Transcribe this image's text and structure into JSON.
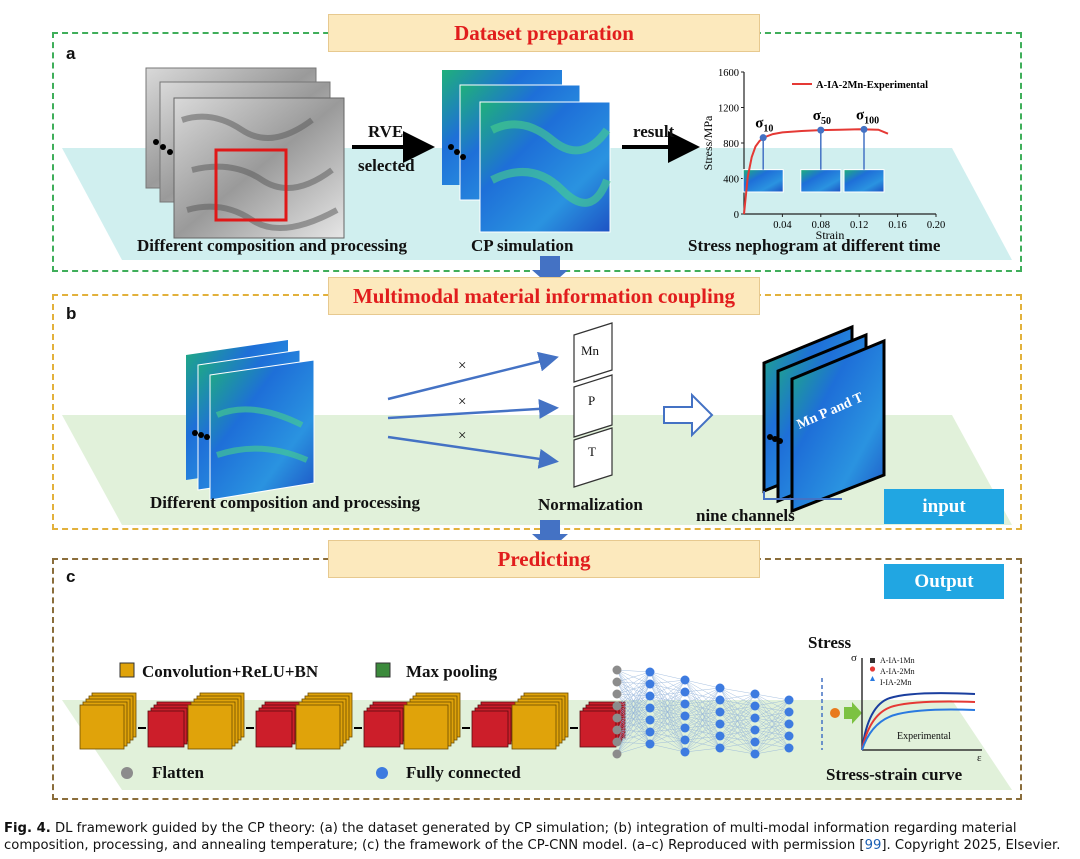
{
  "panels": {
    "a": {
      "letter": "a",
      "title": "Dataset preparation",
      "arrow1_line1": "RVE",
      "arrow1_line2": "selected",
      "arrow2": "result",
      "label_composition": "Different composition and  processing",
      "label_cp": "CP simulation",
      "label_nephogram": "Stress nephogram at different time",
      "sigma_labels": [
        "σ10",
        "σ50",
        "σ100"
      ]
    },
    "b": {
      "letter": "b",
      "title": "Multimodal  material information coupling",
      "label_composition": "Different composition and processing",
      "label_normalization": "Normalization",
      "label_channels": "nine channels",
      "badge": "input",
      "boxes": [
        "Mn",
        "P",
        "T"
      ],
      "stack_text": "Mn P and T",
      "mult_symbol": "×"
    },
    "c": {
      "letter": "c",
      "title": "Predicting",
      "badge": "Output",
      "legend_conv": "Convolution+ReLU+BN",
      "legend_pool": "Max pooling",
      "legend_flatten": "Flatten",
      "legend_fc": "Fully connected",
      "stress_title": "Stress",
      "curve_label": "Stress-strain curve",
      "mini_plot": {
        "y_axis": "σ",
        "x_axis": "ε",
        "annotation": "Experimental",
        "legend": [
          "A-IA-1Mn",
          "A-IA-2Mn",
          "I-IA-2Mn"
        ]
      }
    }
  },
  "chart_data": {
    "type": "line",
    "title": "",
    "xlabel": "Strain",
    "ylabel": "Stress/MPa",
    "xlim": [
      0,
      0.2
    ],
    "ylim": [
      0,
      1600
    ],
    "xticks": [
      "0.04",
      "0.08",
      "0.12",
      "0.16",
      "0.20"
    ],
    "yticks": [
      "0",
      "400",
      "800",
      "1200",
      "1600"
    ],
    "series": [
      {
        "name": "A-IA-2Mn-Experimental",
        "color": "#e53935",
        "x": [
          0.0,
          0.004,
          0.008,
          0.012,
          0.016,
          0.02,
          0.03,
          0.04,
          0.06,
          0.08,
          0.1,
          0.12,
          0.14,
          0.15
        ],
        "y": [
          0,
          420,
          640,
          760,
          820,
          860,
          900,
          920,
          935,
          945,
          950,
          955,
          950,
          905
        ]
      }
    ],
    "markers": [
      {
        "label": "σ10",
        "x": 0.02
      },
      {
        "label": "σ50",
        "x": 0.08
      },
      {
        "label": "σ100",
        "x": 0.125
      }
    ]
  },
  "caption": {
    "label": "Fig. 4.",
    "text_before": " DL framework guided by the CP theory: (a) the dataset generated by CP simulation; (b) integration of multi-modal information regarding material composition, processing, and annealing temperature; (c) the framework of the CP-CNN model. (a–c) Reproduced with permission [",
    "ref": "99",
    "text_after": "]. Copyright 2025, Elsevier."
  },
  "colors": {
    "panel_a_border": "#3fae5a",
    "panel_b_border": "#e2b13c",
    "panel_c_border": "#8a6d3b",
    "banner_fill": "#fce9bd",
    "banner_text": "#e11d1d",
    "badge": "#21a6e2",
    "conv": "#e0a30a",
    "pool": "#cc1e2a",
    "arrow_blue": "#4472c4"
  }
}
